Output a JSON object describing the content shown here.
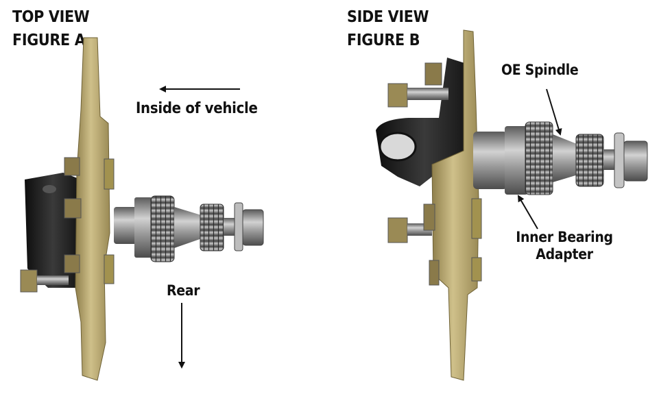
{
  "figure_a": {
    "view_label": "TOP VIEW",
    "figure_label": "FIGURE A",
    "inside_label": "Inside of vehicle",
    "rear_label": "Rear"
  },
  "figure_b": {
    "view_label": "SIDE VIEW",
    "figure_label": "FIGURE B",
    "spindle_label": "OE Spindle",
    "bearing_label_line1": "Inner Bearing",
    "bearing_label_line2": "Adapter"
  },
  "colors": {
    "brass": "#b8a870",
    "bracket": "#1e1e1e",
    "steel": "#8a8a8a"
  }
}
